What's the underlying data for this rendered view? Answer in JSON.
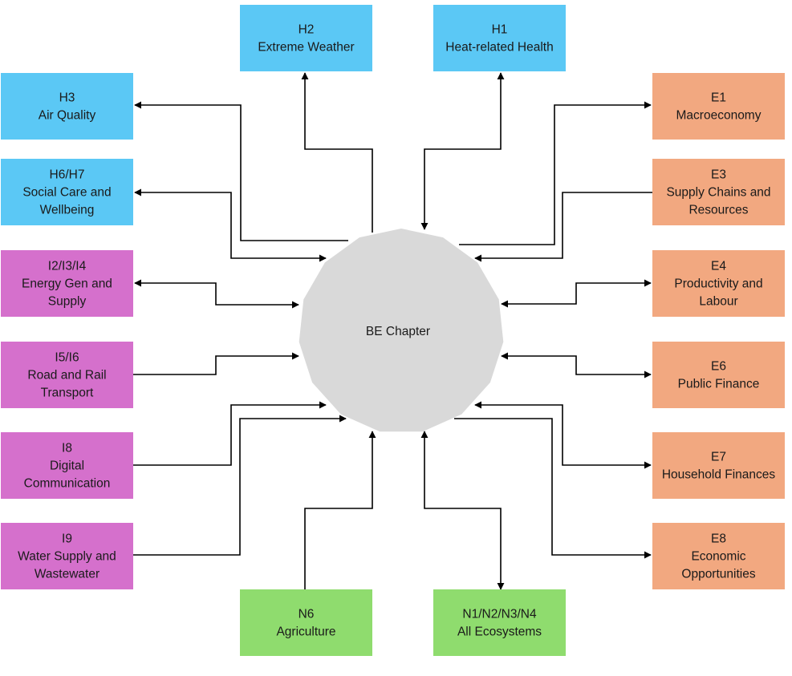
{
  "center": {
    "label": "BE Chapter"
  },
  "colors": {
    "health": "#5bc8f5",
    "infrastructure": "#d570cc",
    "economy": "#f2a880",
    "nature": "#8fdc6e",
    "center": "#d9d9d9",
    "connector": "#000000"
  },
  "nodes": [
    {
      "id": "H2",
      "group": "health",
      "lines": [
        "H2",
        "Extreme Weather"
      ]
    },
    {
      "id": "H1",
      "group": "health",
      "lines": [
        "H1",
        "Heat-related Health"
      ]
    },
    {
      "id": "H3",
      "group": "health",
      "lines": [
        "H3",
        "Air Quality"
      ]
    },
    {
      "id": "H6",
      "group": "health",
      "lines": [
        "H6/H7",
        "Social Care and",
        "Wellbeing"
      ]
    },
    {
      "id": "I2",
      "group": "infrastructure",
      "lines": [
        "I2/I3/I4",
        "Energy Gen and",
        "Supply"
      ]
    },
    {
      "id": "I5",
      "group": "infrastructure",
      "lines": [
        "I5/I6",
        "Road and Rail",
        "Transport"
      ]
    },
    {
      "id": "I8",
      "group": "infrastructure",
      "lines": [
        "I8",
        "Digital",
        "Communication"
      ]
    },
    {
      "id": "I9",
      "group": "infrastructure",
      "lines": [
        "I9",
        "Water Supply and",
        "Wastewater"
      ]
    },
    {
      "id": "E1",
      "group": "economy",
      "lines": [
        "E1",
        "Macroeconomy"
      ]
    },
    {
      "id": "E3",
      "group": "economy",
      "lines": [
        "E3",
        "Supply Chains and",
        "Resources"
      ]
    },
    {
      "id": "E4",
      "group": "economy",
      "lines": [
        "E4",
        "Productivity and",
        "Labour"
      ]
    },
    {
      "id": "E6",
      "group": "economy",
      "lines": [
        "E6",
        "Public Finance"
      ]
    },
    {
      "id": "E7",
      "group": "economy",
      "lines": [
        "E7",
        "Household Finances"
      ]
    },
    {
      "id": "E8",
      "group": "economy",
      "lines": [
        "E8",
        "Economic",
        "Opportunities"
      ]
    },
    {
      "id": "N6",
      "group": "nature",
      "lines": [
        "N6",
        "Agriculture"
      ]
    },
    {
      "id": "N1",
      "group": "nature",
      "lines": [
        "N1/N2/N3/N4",
        "All Ecosystems"
      ]
    }
  ]
}
